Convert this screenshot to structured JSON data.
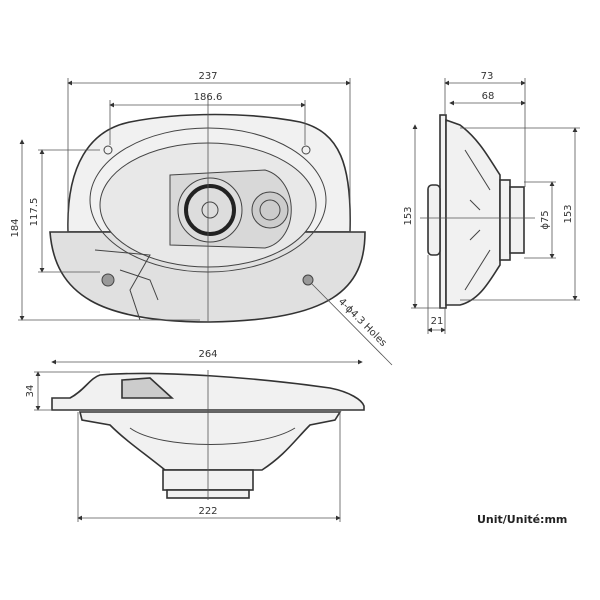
{
  "front_view": {
    "overall_width": "237",
    "hole_spacing_width": "186.6",
    "overall_height": "184",
    "hole_spacing_height": "117.5",
    "holes_note": "4-ϕ4.3 Holes"
  },
  "side_view": {
    "depth_total": "73",
    "depth_mount": "68",
    "height_left": "153",
    "height_right": "153",
    "magnet_diameter": "ϕ75",
    "flange_offset": "21"
  },
  "bottom_view": {
    "overall_width": "264",
    "height": "34",
    "cutout_width": "222"
  },
  "unit_label": "Unit/Unité:mm"
}
